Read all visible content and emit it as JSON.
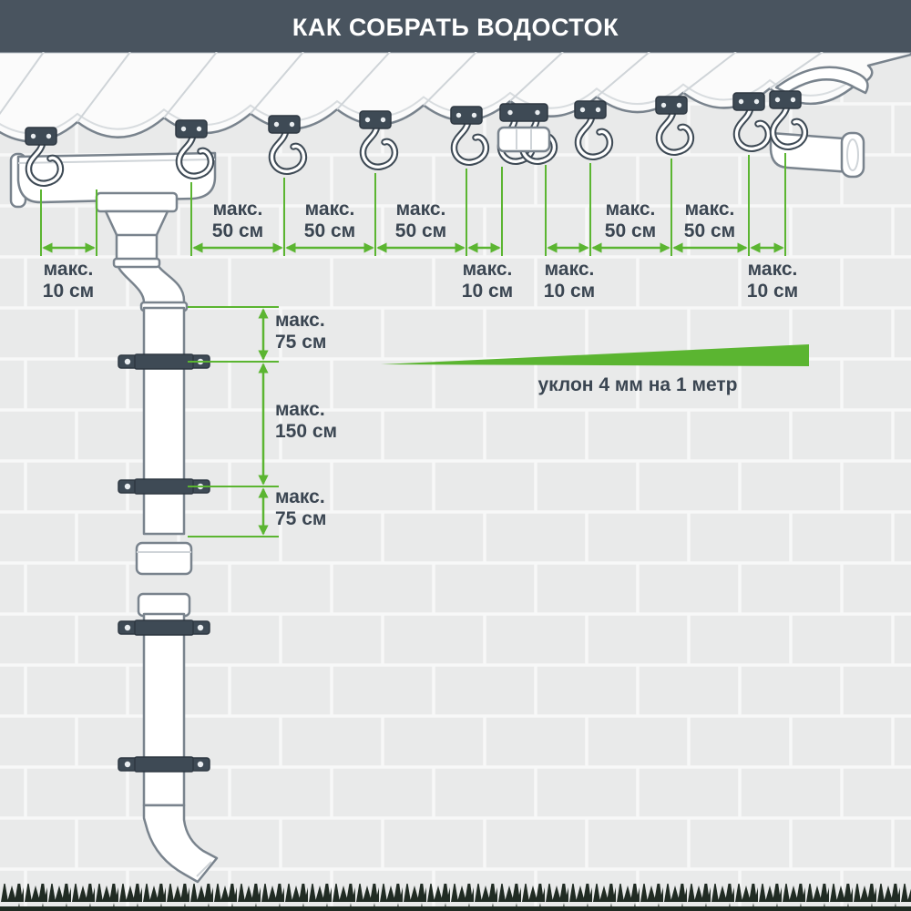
{
  "title": "КАК СОБРАТЬ ВОДОСТОК",
  "labels": {
    "maks": "макс.",
    "cm50": "50 см",
    "cm10": "10 см",
    "cm75": "75 см",
    "cm150": "150 см"
  },
  "slope": {
    "label": "уклон 4 мм на 1 метр"
  },
  "spec": {
    "hook_spacing_max_cm": 50,
    "hook_edge_offset_max_cm": 10,
    "upper_clamp_offset_max_cm": 75,
    "clamp_spacing_max_cm": 150,
    "lower_clamp_offset_max_cm": 75,
    "gutter_slope": "4 мм на 1 метр"
  },
  "colors": {
    "header_bg": "#49545f",
    "accent_green": "#5bb531",
    "text_dark": "#3b4652",
    "outline_gray": "#79838d",
    "bracket_dark": "#3e4a55",
    "wall": "#e9eaea",
    "mortar": "#f7f8f8",
    "grass": "#202b23",
    "white": "#ffffff"
  }
}
